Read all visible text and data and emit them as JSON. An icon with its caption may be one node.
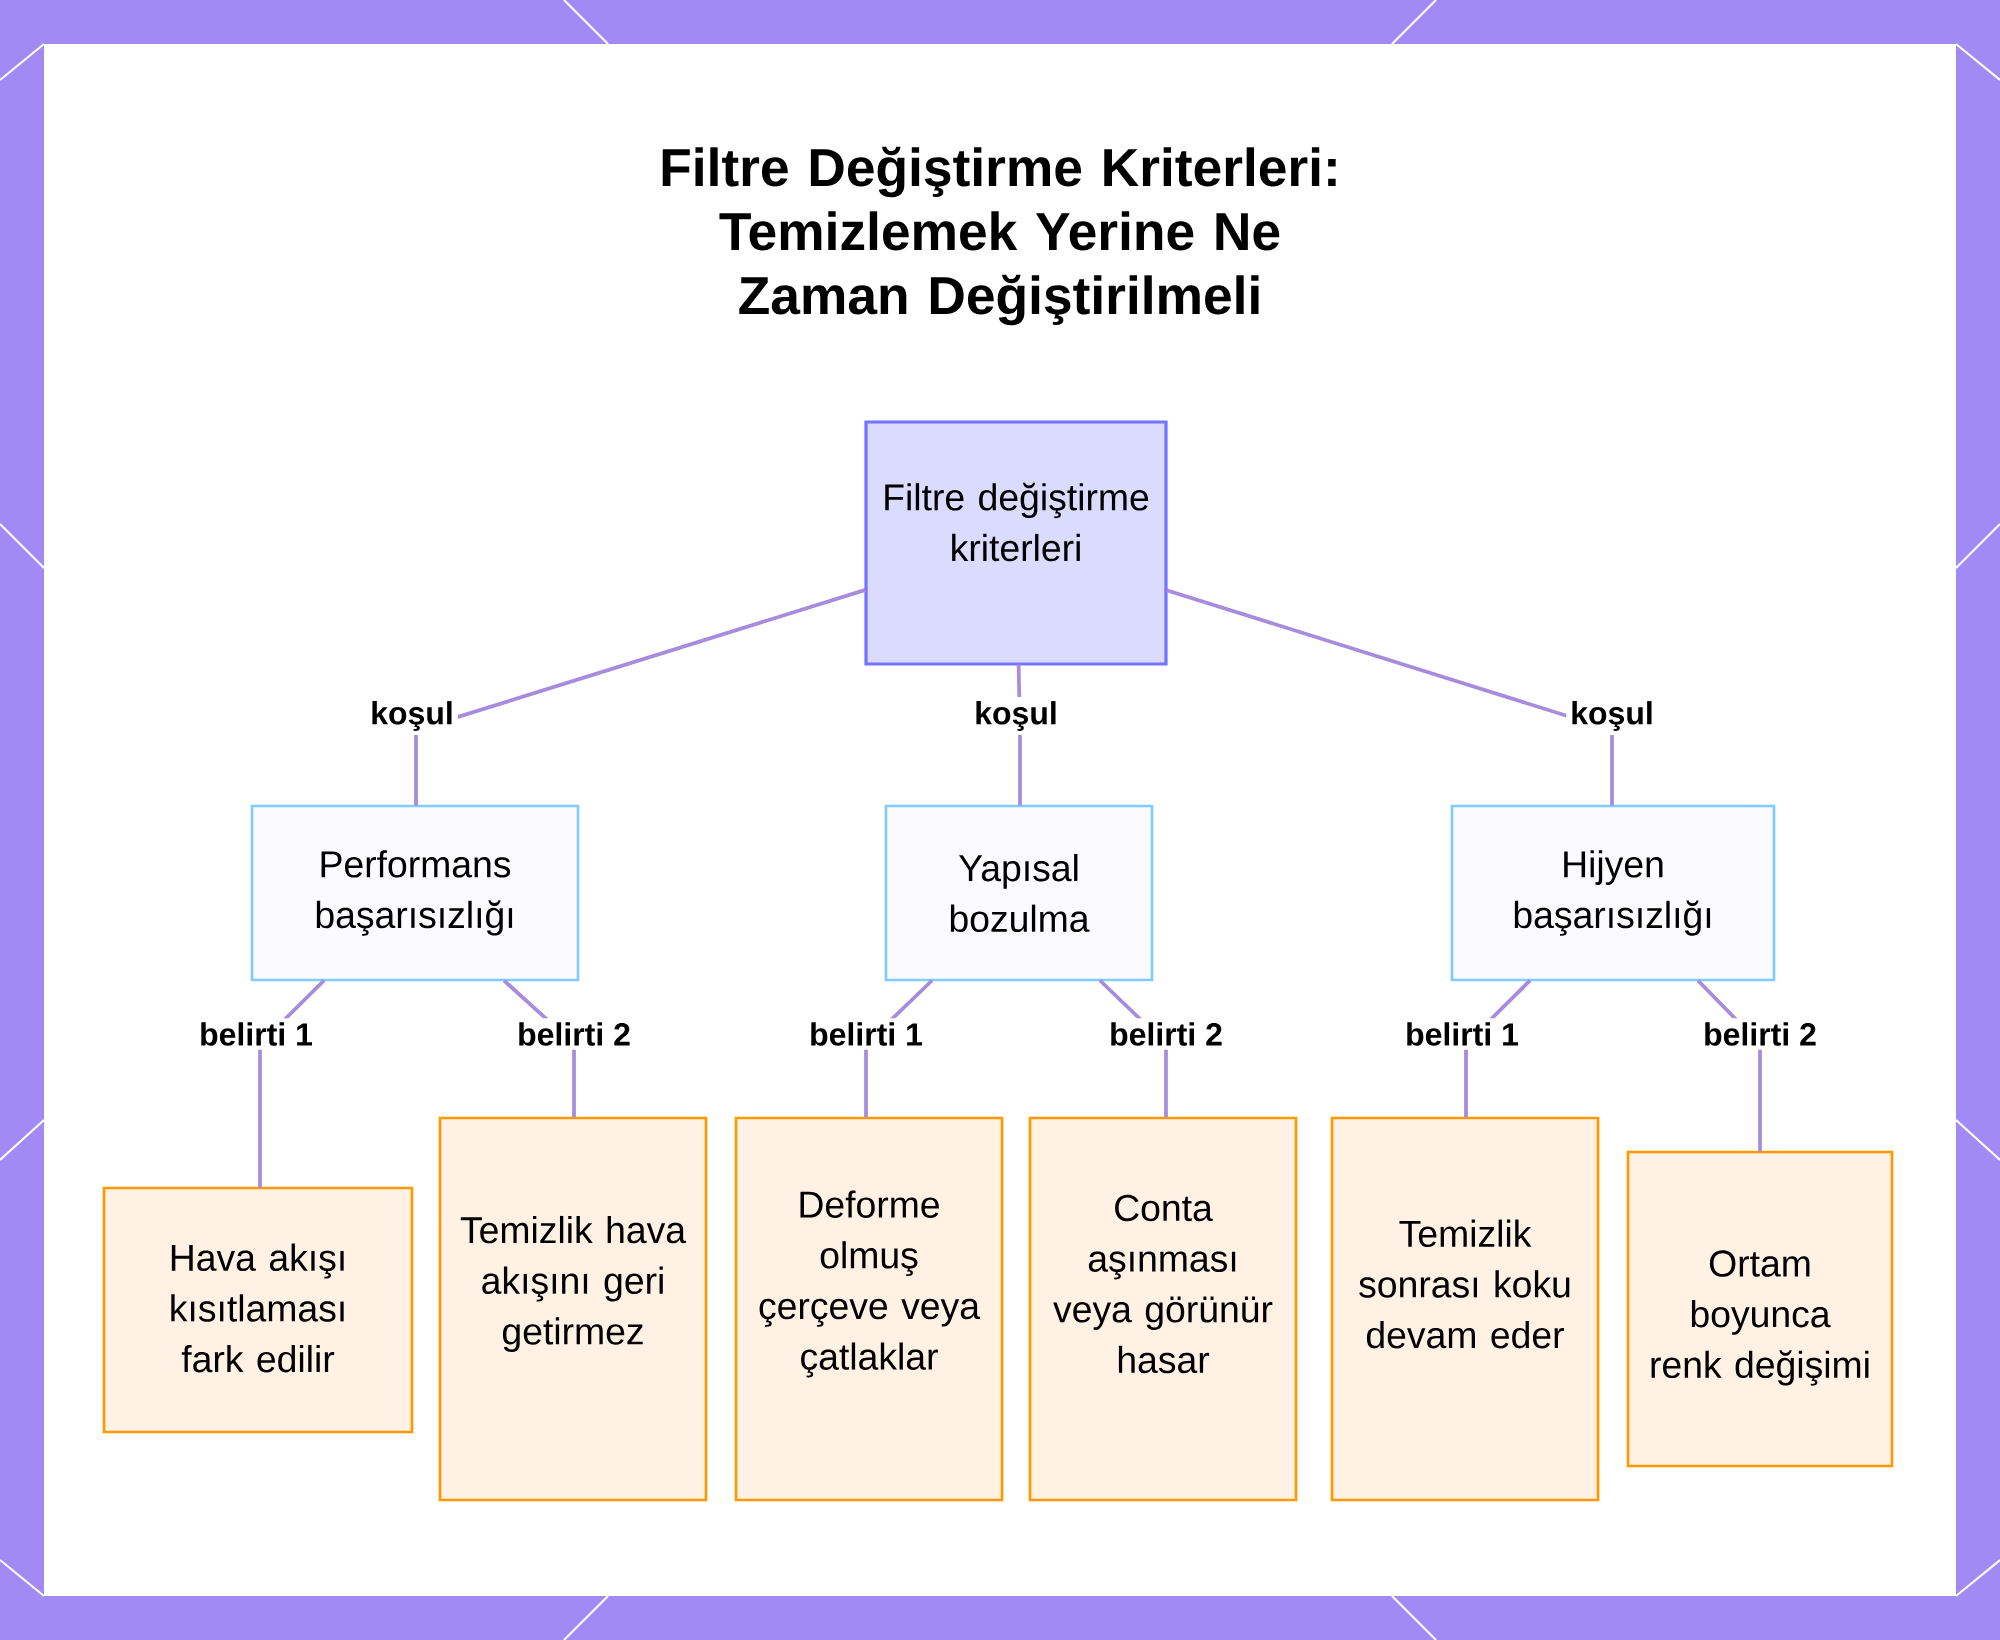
{
  "diagram": {
    "title": "Filtre Değiştirme Kriterleri: Temizlemek Yerine Ne Zaman Değiştirilmeli",
    "nodes": [
      {
        "text": [
          "Filtre değiştirme kriterleri"
        ]
      },
      {
        "text": [
          "Performans başarısızlığı"
        ]
      },
      {
        "text": [
          "Yapısal bozulma"
        ]
      },
      {
        "text": [
          "Hijyen başarısızlığı"
        ]
      },
      {
        "text": [
          "Hava akışı kısıtlaması fark edilir"
        ]
      },
      {
        "text": [
          "Temizlik hava akışını geri getirmez"
        ]
      },
      {
        "text": [
          "Deforme olmuş çerçeve veya çatlaklar"
        ]
      },
      {
        "text": [
          "Conta aşınması veya görünür hasar"
        ]
      },
      {
        "text": [
          "Temizlik sonrası koku devam eder"
        ]
      },
      {
        "text": [
          "Ortam boyunca renk değişimi"
        ]
      }
    ],
    "edges": [
      {
        "from": 0,
        "to": 1,
        "arrow": "none",
        "label": "koşul"
      },
      {
        "from": 0,
        "to": 2,
        "arrow": "none",
        "label": "koşul"
      },
      {
        "from": 0,
        "to": 3,
        "arrow": "none",
        "label": "koşul"
      },
      {
        "from": 1,
        "to": 4,
        "arrow": "none",
        "label": "belirti 1"
      },
      {
        "from": 1,
        "to": 5,
        "arrow": "none",
        "label": "belirti 2"
      },
      {
        "from": 2,
        "to": 6,
        "arrow": "none",
        "label": "belirti 1"
      },
      {
        "from": 2,
        "to": 7,
        "arrow": "none",
        "label": "belirti 2"
      },
      {
        "from": 3,
        "to": 8,
        "arrow": "none",
        "label": "belirti 1"
      },
      {
        "from": 3,
        "to": 9,
        "arrow": "none",
        "label": "belirti 2"
      }
    ]
  }
}
